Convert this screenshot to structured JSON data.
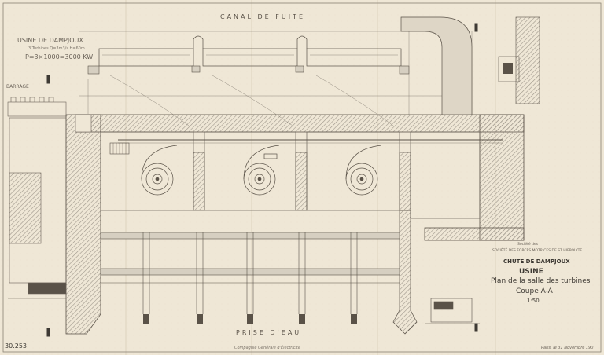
{
  "drawing": {
    "canal_label": "CANAL DE FUITE",
    "prise_label": "PRISE D'EAU",
    "usine_title": "USINE DE DAMPJOUX",
    "usine_subtitle": "3 Turbines  Q=3m3/s  H=60m",
    "usine_power": "P=3×1000=3000 KW",
    "barrage_label": "BARRAGE",
    "sheet_number": "30.253"
  },
  "title_block": {
    "line1": "Société des",
    "line2": "SOCIÉTÉ DES FORCES MOTRICES DE ST HIPPOLYTE",
    "chute": "CHUTE DE DAMPJOUX",
    "usine": "USINE",
    "plan": "Plan de la salle des turbines",
    "coupe": "Coupe A-A",
    "scale": "1:50",
    "date": "Paris, le 31 Novembre 190",
    "maker": "Compagnie Générale d'Électricité"
  },
  "colors": {
    "paper": "#efe7d6",
    "ink": "#4a4238",
    "hatch": "#b9b2a6",
    "fill": "#d6cfc1"
  }
}
